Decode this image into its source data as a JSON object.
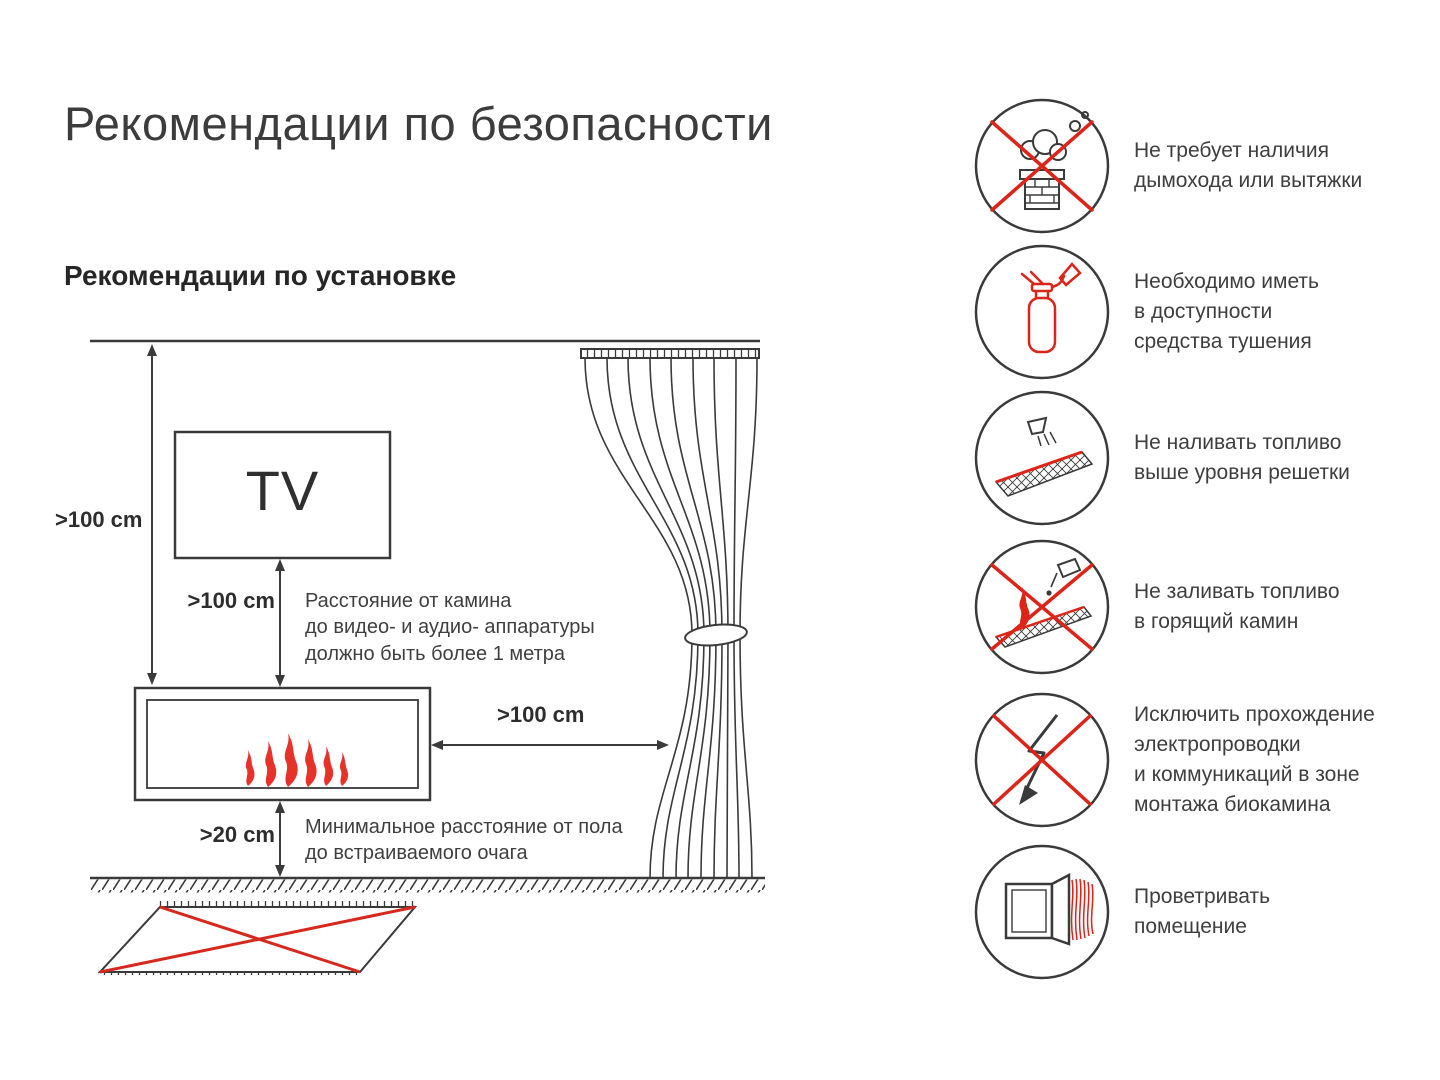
{
  "title": "Рекомендации по безопасности",
  "installation": {
    "title": "Рекомендации по установке",
    "tv_label": "TV",
    "dim_ceiling_fireplace": ">100 cm",
    "dim_tv_fireplace": ">100 cm",
    "dim_fireplace_curtain": ">100 cm",
    "dim_floor_fireplace": ">20 cm",
    "note_tv": "Расстояние от камина\nдо видео- и аудио- аппаратуры\nдолжно быть более 1 метра",
    "note_floor": "Минимальное расстояние от пола\nдо встраиваемого очага"
  },
  "colors": {
    "accent_red": "#dc2418",
    "line_dark": "#3a3a3a"
  },
  "safety_items": [
    {
      "icon": "no-chimney-icon",
      "text": "Не требует наличия\nдымохода или вытяжки"
    },
    {
      "icon": "fire-extinguisher-icon",
      "text": "Необходимо иметь\nв доступности\nсредства тушения"
    },
    {
      "icon": "fuel-level-icon",
      "text": "Не наливать топливо\nвыше уровня решетки"
    },
    {
      "icon": "no-refill-burning-icon",
      "text": "Не заливать топливо\nв горящий камин"
    },
    {
      "icon": "no-wiring-icon",
      "text": "Исключить прохождение\nэлектропроводки\nи коммуникаций в зоне\nмонтажа биокамина"
    },
    {
      "icon": "ventilation-icon",
      "text": "Проветривать\nпомещение"
    }
  ]
}
